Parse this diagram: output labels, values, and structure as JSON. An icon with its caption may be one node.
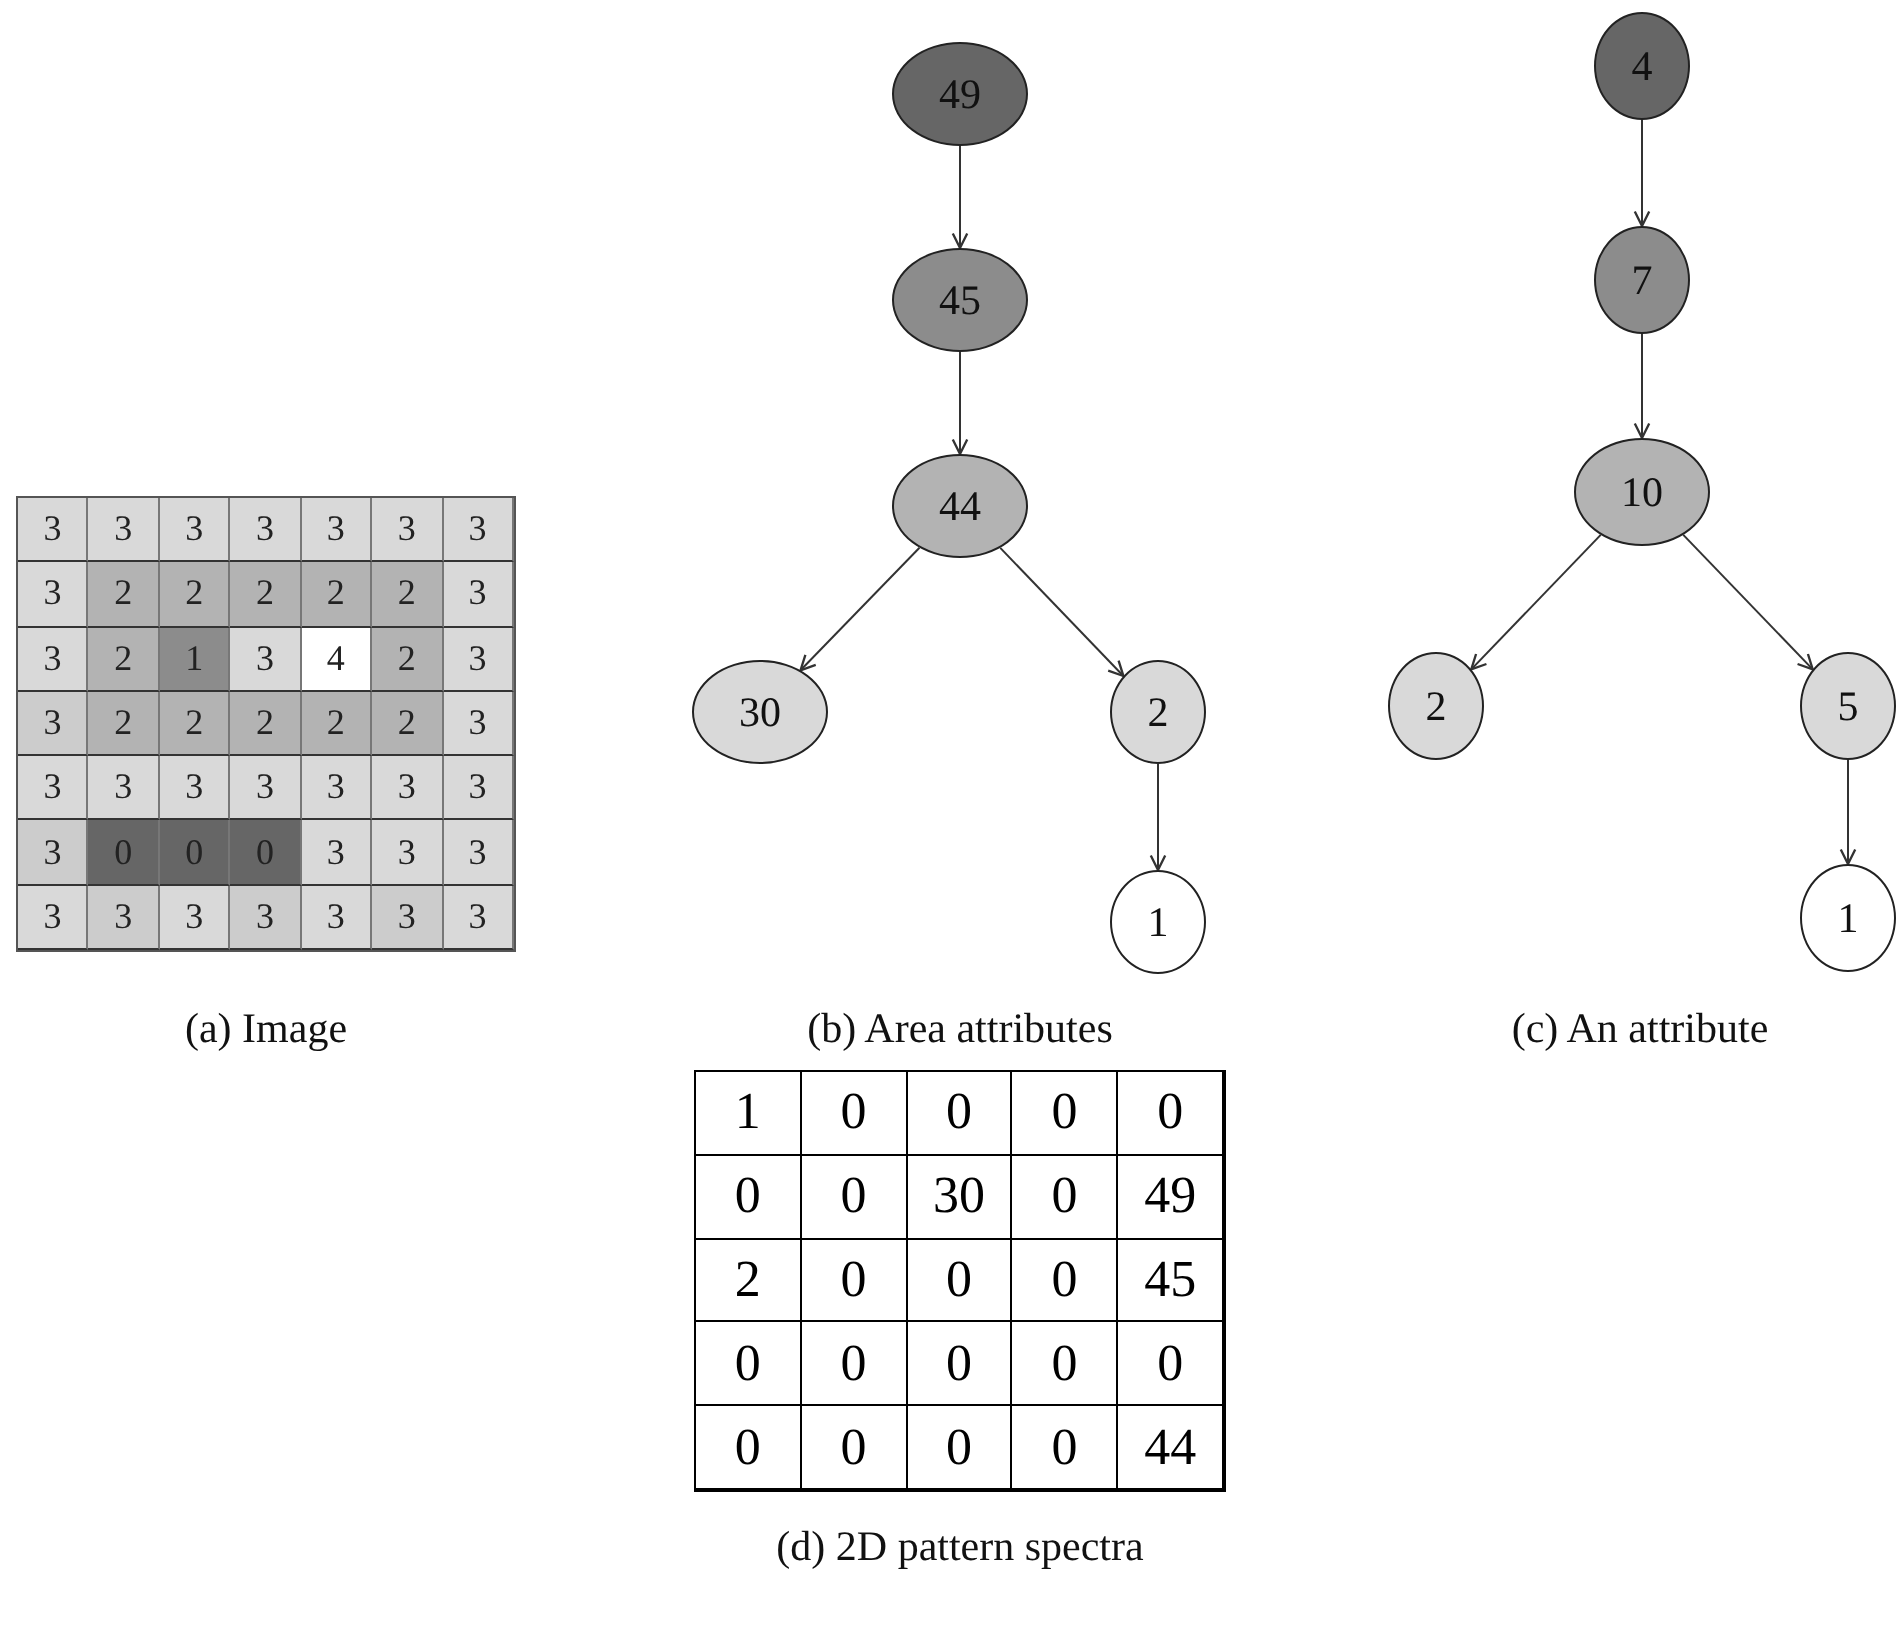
{
  "diagram": {
    "nodes": [
      {
        "text": [
          "49"
        ]
      },
      {
        "text": [
          "45"
        ]
      },
      {
        "text": [
          "44"
        ]
      },
      {
        "text": [
          "30"
        ]
      },
      {
        "text": [
          "2"
        ]
      },
      {
        "text": [
          "1"
        ]
      },
      {
        "text": [
          "4"
        ]
      },
      {
        "text": [
          "7"
        ]
      },
      {
        "text": [
          "10"
        ]
      },
      {
        "text": [
          "2"
        ]
      },
      {
        "text": [
          "5"
        ]
      },
      {
        "text": [
          "1"
        ]
      }
    ],
    "edges": [
      {
        "from": 0,
        "to": 1,
        "arrow": "to"
      },
      {
        "from": 1,
        "to": 2,
        "arrow": "to"
      },
      {
        "from": 2,
        "to": 3,
        "arrow": "to"
      },
      {
        "from": 2,
        "to": 4,
        "arrow": "to"
      },
      {
        "from": 4,
        "to": 5,
        "arrow": "to"
      },
      {
        "from": 6,
        "to": 7,
        "arrow": "to"
      },
      {
        "from": 7,
        "to": 8,
        "arrow": "to"
      },
      {
        "from": 8,
        "to": 9,
        "arrow": "to"
      },
      {
        "from": 8,
        "to": 10,
        "arrow": "to"
      },
      {
        "from": 10,
        "to": 11,
        "arrow": "to"
      }
    ],
    "labels": [
      "3",
      "3",
      "3",
      "3",
      "3",
      "3",
      "3",
      "3",
      "2",
      "2",
      "2",
      "2",
      "2",
      "3",
      "3",
      "2",
      "1",
      "3",
      "4",
      "2",
      "3",
      "3",
      "2",
      "2",
      "2",
      "2",
      "2",
      "3",
      "3",
      "3",
      "3",
      "3",
      "3",
      "3",
      "3",
      "3",
      "0",
      "0",
      "0",
      "3",
      "3",
      "3",
      "3",
      "3",
      "3",
      "3",
      "3",
      "3",
      "3",
      "(a) Image",
      "(b) Area attributes",
      "(c) An attribute",
      "1",
      "0",
      "0",
      "0",
      "0",
      "0",
      "0",
      "30",
      "0",
      "49",
      "2",
      "0",
      "0",
      "0",
      "45",
      "0",
      "0",
      "0",
      "0",
      "0",
      "0",
      "0",
      "0",
      "0",
      "44",
      "(d) 2D pattern spectra"
    ]
  }
}
